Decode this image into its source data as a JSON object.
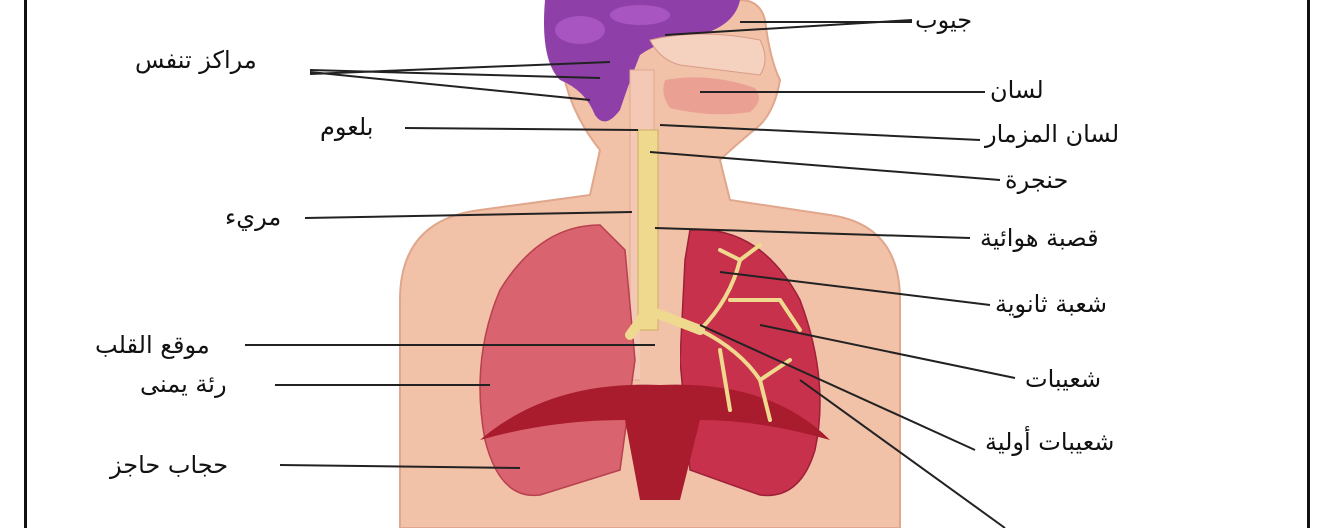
{
  "labels": {
    "sinuses": "جيوب",
    "respiratory_centers": "مراكز تنفس",
    "tongue": "لسان",
    "pharynx": "بلعوم",
    "epiglottis": "لسان المزمار",
    "larynx": "حنجرة",
    "esophagus": "مريء",
    "trachea": "قصبة هوائية",
    "secondary_bronchus": "شعبة ثانوية",
    "bronchioles": "شعيبات",
    "heart_location": "موقع القلب",
    "primary_bronchioles": "شعيبات أولية",
    "right_lung": "رئة يمنى",
    "diaphragm": "حجاب حاجز"
  },
  "colors": {
    "skin": "#f1c1a8",
    "skin_edge": "#e0a78c",
    "brain": "#8e3fa8",
    "lung_right": "#d9636f",
    "lung_left": "#c8314c",
    "trachea": "#efd98f",
    "diaphragm": "#a81c2e",
    "leader_line": "#222222"
  }
}
